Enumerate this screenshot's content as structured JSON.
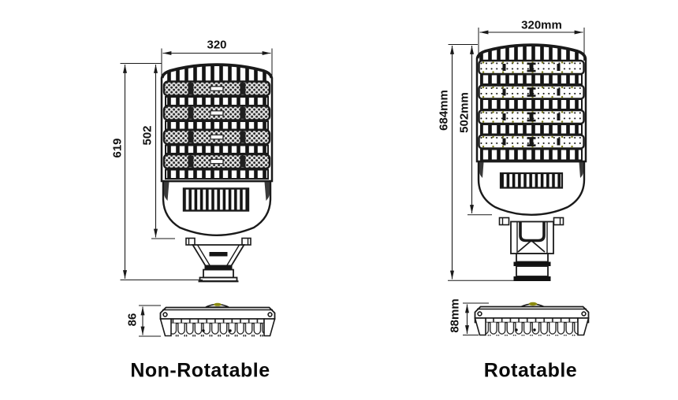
{
  "page": {
    "background": "#ffffff",
    "line_color": "#1a1a1a",
    "screw_dot_color": "#7d7d15"
  },
  "figures": [
    {
      "id": "non-rotatable",
      "caption": "Non-Rotatable",
      "dimensions": {
        "width": "320",
        "body_height": "502",
        "total_height": "619",
        "side_height": "86"
      }
    },
    {
      "id": "rotatable",
      "caption": "Rotatable",
      "dimensions": {
        "width": "320mm",
        "body_height": "502mm",
        "total_height": "684mm",
        "side_height": "88mm"
      }
    }
  ]
}
